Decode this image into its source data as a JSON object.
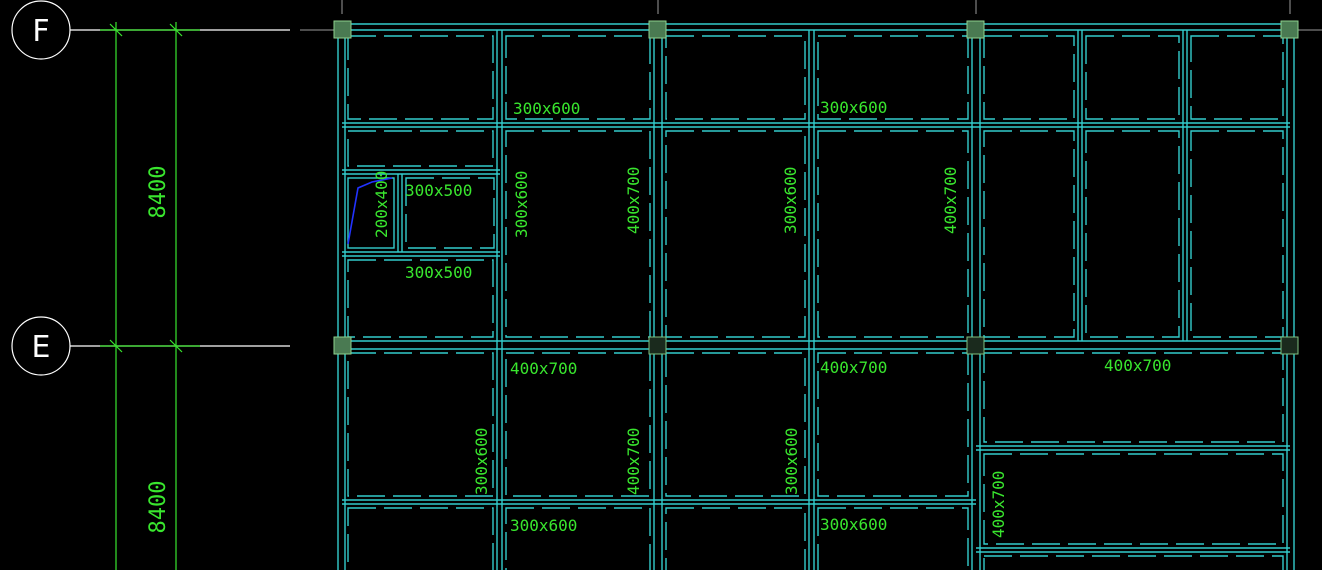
{
  "axes": {
    "F": "F",
    "E": "E"
  },
  "dimensions": {
    "upper": "8400",
    "lower": "8400"
  },
  "beam_labels": {
    "b1": "300x600",
    "b2": "300x600",
    "b3": "300x500",
    "b4": "200x400",
    "b5": "300x500",
    "b6": "300x600",
    "b7": "400x700",
    "b8": "300x600",
    "b9": "400x700",
    "b10": "400x700",
    "b11": "400x700",
    "b12": "400x700",
    "b13": "300x600",
    "b14": "400x700",
    "b15": "300x600",
    "b16": "300x600",
    "b17": "300x600",
    "b18": "400x700"
  },
  "colors": {
    "background": "#000000",
    "beam": "#33cccc",
    "text": "#39e62e",
    "axis": "#ffffff",
    "highlight": "#2233ff"
  }
}
